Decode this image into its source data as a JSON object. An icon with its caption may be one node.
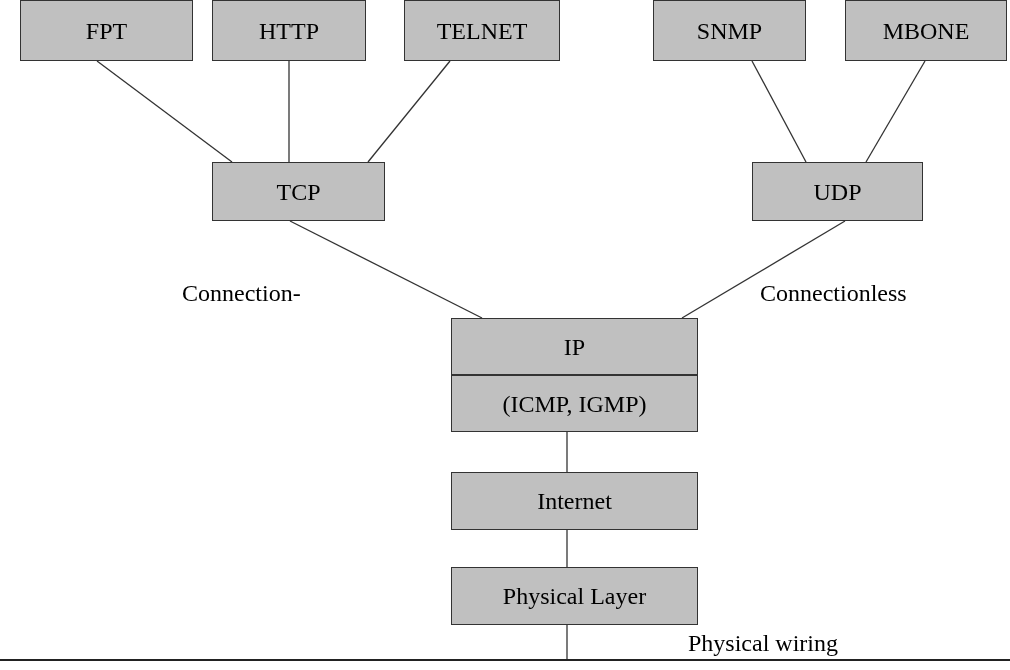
{
  "diagram": {
    "nodes": [
      {
        "text": [
          "FPT"
        ]
      },
      {
        "text": [
          "HTTP"
        ]
      },
      {
        "text": [
          "TELNET"
        ]
      },
      {
        "text": [
          "SNMP"
        ]
      },
      {
        "text": [
          "MBONE"
        ]
      },
      {
        "text": [
          "TCP"
        ]
      },
      {
        "text": [
          "UDP"
        ]
      },
      {
        "text": [
          "IP"
        ]
      },
      {
        "text": [
          "(ICMP, IGMP)"
        ]
      },
      {
        "text": [
          "Internet"
        ]
      },
      {
        "text": [
          "Physical Layer"
        ]
      },
      {
        "text": [],
        "shape": "bar",
        "beside": [
          "Physical wiring"
        ]
      }
    ],
    "edges": [
      {
        "from": 0,
        "to": 5,
        "arrow": "none"
      },
      {
        "from": 1,
        "to": 5,
        "arrow": "none"
      },
      {
        "from": 2,
        "to": 5,
        "arrow": "none"
      },
      {
        "from": 3,
        "to": 6,
        "arrow": "none"
      },
      {
        "from": 4,
        "to": 6,
        "arrow": "none"
      },
      {
        "from": 5,
        "to": 7,
        "arrow": "none"
      },
      {
        "from": 6,
        "to": 7,
        "arrow": "none"
      },
      {
        "from": 8,
        "to": 9,
        "arrow": "none"
      },
      {
        "from": 9,
        "to": 10,
        "arrow": "none"
      },
      {
        "from": 10,
        "to": 11,
        "arrow": "none"
      }
    ],
    "labels": [
      "Connection-",
      "Connectionless"
    ]
  }
}
